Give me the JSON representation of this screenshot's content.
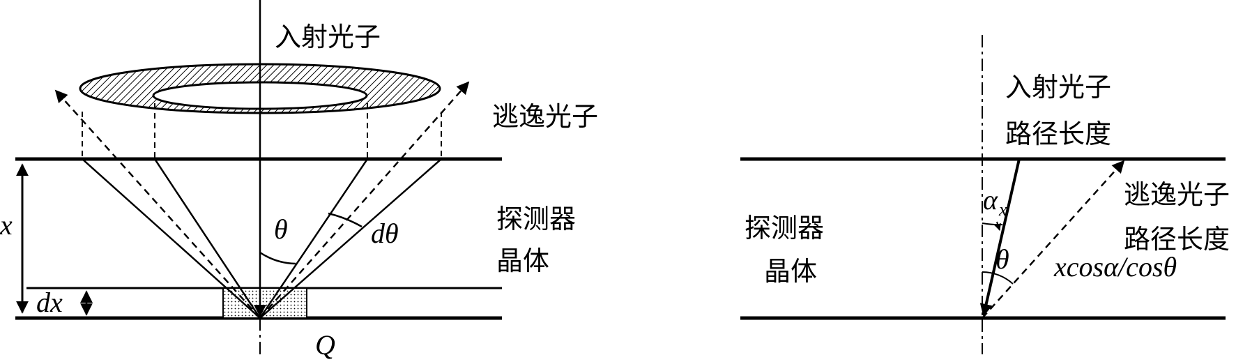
{
  "left": {
    "incident_label": "入射光子",
    "escape_label": "逃逸光子",
    "crystal_label_line1": "探测器",
    "crystal_label_line2": "晶体",
    "theta": "θ",
    "dtheta": "dθ",
    "x": "x",
    "dx": "dx",
    "Q": "Q"
  },
  "right": {
    "incident_path_line1": "入射光子",
    "incident_path_line2": "路径长度",
    "crystal_label_line1": "探测器",
    "crystal_label_line2": "晶体",
    "escape_path_line1": "逃逸光子",
    "escape_path_line2": "路径长度",
    "alpha": "α",
    "alpha_sub": "x",
    "theta": "θ",
    "formula": "xcosα/cosθ"
  }
}
